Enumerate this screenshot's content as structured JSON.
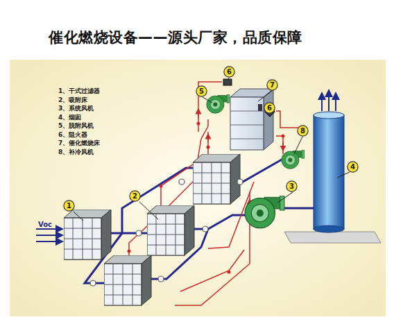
{
  "diagram": {
    "title": "催化燃烧设备——源头厂家，品质保障",
    "nodes": [
      {
        "text": [
          "6"
        ]
      },
      {
        "text": [
          "7"
        ]
      },
      {
        "text": [
          "5"
        ]
      },
      {
        "text": [
          "6"
        ]
      },
      {
        "text": [
          "8"
        ]
      },
      {
        "text": [
          "4"
        ]
      },
      {
        "text": [
          "3"
        ]
      },
      {
        "text": [
          "2"
        ]
      },
      {
        "text": [
          "1"
        ]
      }
    ],
    "labels": [
      "1、干式过滤器",
      "2、吸附床",
      "3、系统风机",
      "4、烟囱",
      "5、脱附风机",
      "6、阻火器",
      "7、催化燃烧床",
      "8、补冷风机",
      "Voc"
    ]
  }
}
